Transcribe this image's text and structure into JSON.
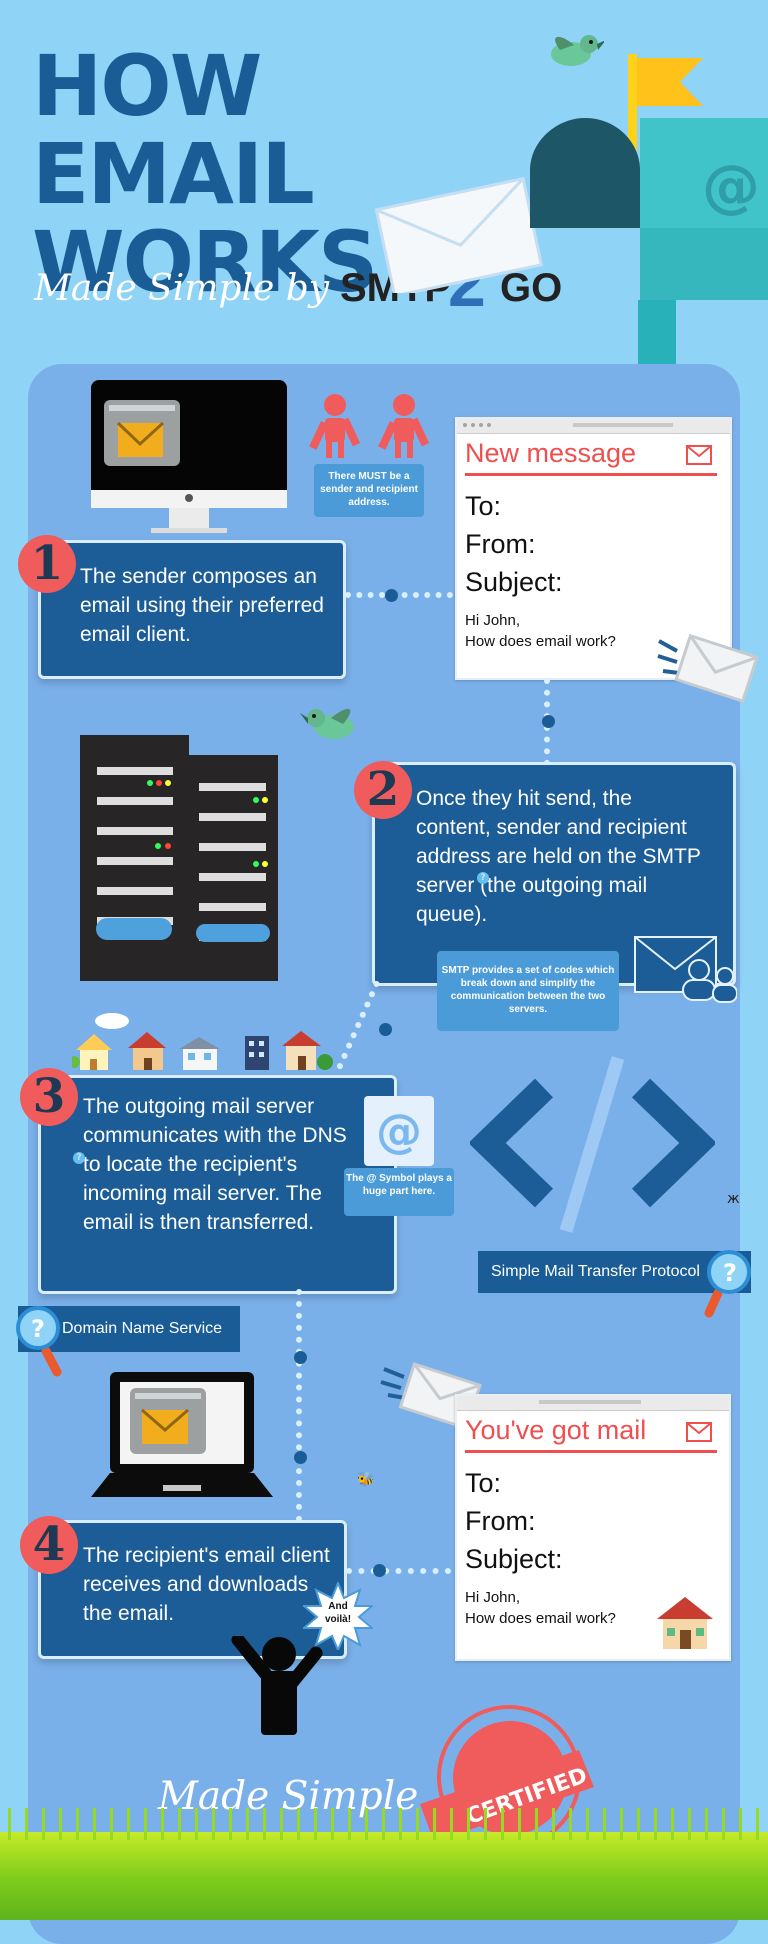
{
  "header": {
    "title_line1": "HOW EMAIL",
    "title_line2": "WORKS",
    "subtitle_made_simple": "Made Simple by",
    "brand_left": "SMTP",
    "brand_right": "GO"
  },
  "notes": {
    "sender_recipient": "There MUST be a sender and recipient address.",
    "smtp_codes": "SMTP provides a set of codes which break down and simplify the communication between the two servers.",
    "at_symbol": "The @ Symbol plays a huge part here.",
    "voila": "And voilà!"
  },
  "steps": [
    {
      "number": "1",
      "text": "The sender composes an email using their preferred email client."
    },
    {
      "number": "2",
      "text": "Once they hit send, the content, sender and recipient address are held on the SMTP server (the outgoing mail queue)."
    },
    {
      "number": "3",
      "text": "The outgoing mail server communicates with the DNS to locate the recipient's incoming mail server. The email is then transferred."
    },
    {
      "number": "4",
      "text": "The recipient's email client receives and downloads the email."
    }
  ],
  "mail_windows": [
    {
      "title": "New message",
      "to": "To:",
      "from": "From:",
      "subject": "Subject:",
      "body_line1": "Hi John,",
      "body_line2": "How does email work?"
    },
    {
      "title": "You've got mail",
      "to": "To:",
      "from": "From:",
      "subject": "Subject:",
      "body_line1": "Hi John,",
      "body_line2": "How does email work?"
    }
  ],
  "labels": {
    "dns": "Domain Name Service",
    "smtp": "Simple Mail Transfer Protocol"
  },
  "footer": {
    "made_simple": "Made Simple",
    "certified": "CERTIFIED"
  },
  "icons": {
    "monitor_icon": "monitor-with-email",
    "people_icon": "two-people",
    "server_icon": "server-racks",
    "houses_icon": "houses",
    "at_icon": "at-symbol",
    "code_icon": "code-brackets",
    "laptop_icon": "laptop-with-email",
    "person_icon": "arms-up-person",
    "mailbox_icon": "mailbox",
    "bird_icon": "bird",
    "envelope_icon": "envelope",
    "magnifier_icon": "magnifier",
    "house_icon": "house",
    "bee_icon": "bee",
    "seal_icon": "certified-seal"
  },
  "colors": {
    "background": "#8fd3f7",
    "panel": "#7ab0ea",
    "primary": "#1a5d96",
    "accent": "#f05b5c",
    "white": "#ffffff"
  }
}
